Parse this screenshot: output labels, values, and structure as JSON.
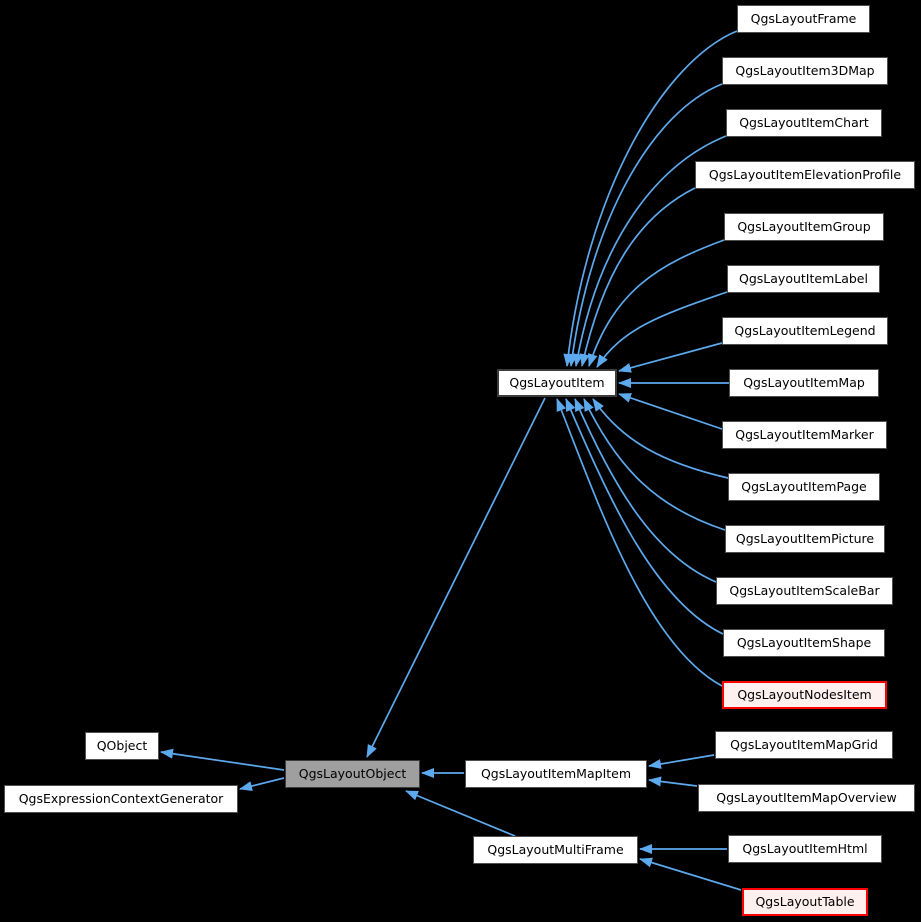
{
  "background_color": "#000000",
  "colors": {
    "edge": "#5da9ee",
    "node_fill": "#ffffff",
    "node_border": "#4f4f4f",
    "node_text": "#000000",
    "current_node_fill": "#9f9f9f",
    "truncated_node_border": "#ff0000",
    "truncated_node_fill": "#fff0f0"
  },
  "diagram": {
    "type": "inheritance-graph",
    "nodes": [
      {
        "id": "QgsLayoutFrame",
        "label": "QgsLayoutFrame",
        "style": "normal"
      },
      {
        "id": "QgsLayoutItem3DMap",
        "label": "QgsLayoutItem3DMap",
        "style": "normal"
      },
      {
        "id": "QgsLayoutItemChart",
        "label": "QgsLayoutItemChart",
        "style": "normal"
      },
      {
        "id": "QgsLayoutItemElevationProfile",
        "label": "QgsLayoutItemElevationProfile",
        "style": "normal"
      },
      {
        "id": "QgsLayoutItemGroup",
        "label": "QgsLayoutItemGroup",
        "style": "normal"
      },
      {
        "id": "QgsLayoutItemLabel",
        "label": "QgsLayoutItemLabel",
        "style": "normal"
      },
      {
        "id": "QgsLayoutItemLegend",
        "label": "QgsLayoutItemLegend",
        "style": "normal"
      },
      {
        "id": "QgsLayoutItemMap",
        "label": "QgsLayoutItemMap",
        "style": "normal"
      },
      {
        "id": "QgsLayoutItemMarker",
        "label": "QgsLayoutItemMarker",
        "style": "normal"
      },
      {
        "id": "QgsLayoutItemPage",
        "label": "QgsLayoutItemPage",
        "style": "normal"
      },
      {
        "id": "QgsLayoutItemPicture",
        "label": "QgsLayoutItemPicture",
        "style": "normal"
      },
      {
        "id": "QgsLayoutItemScaleBar",
        "label": "QgsLayoutItemScaleBar",
        "style": "normal"
      },
      {
        "id": "QgsLayoutItemShape",
        "label": "QgsLayoutItemShape",
        "style": "normal"
      },
      {
        "id": "QgsLayoutNodesItem",
        "label": "QgsLayoutNodesItem",
        "style": "truncated"
      },
      {
        "id": "QgsLayoutItem",
        "label": "QgsLayoutItem",
        "style": "root"
      },
      {
        "id": "QObject",
        "label": "QObject",
        "style": "normal"
      },
      {
        "id": "QgsLayoutObject",
        "label": "QgsLayoutObject",
        "style": "current"
      },
      {
        "id": "QgsExpressionContextGenerator",
        "label": "QgsExpressionContextGenerator",
        "style": "normal"
      },
      {
        "id": "QgsLayoutItemMapItem",
        "label": "QgsLayoutItemMapItem",
        "style": "normal"
      },
      {
        "id": "QgsLayoutItemMapGrid",
        "label": "QgsLayoutItemMapGrid",
        "style": "normal"
      },
      {
        "id": "QgsLayoutItemMapOverview",
        "label": "QgsLayoutItemMapOverview",
        "style": "normal"
      },
      {
        "id": "QgsLayoutMultiFrame",
        "label": "QgsLayoutMultiFrame",
        "style": "normal"
      },
      {
        "id": "QgsLayoutItemHtml",
        "label": "QgsLayoutItemHtml",
        "style": "normal"
      },
      {
        "id": "QgsLayoutTable",
        "label": "QgsLayoutTable",
        "style": "truncated"
      }
    ],
    "edges": [
      {
        "from": "QgsLayoutFrame",
        "to": "QgsLayoutItem"
      },
      {
        "from": "QgsLayoutItem3DMap",
        "to": "QgsLayoutItem"
      },
      {
        "from": "QgsLayoutItemChart",
        "to": "QgsLayoutItem"
      },
      {
        "from": "QgsLayoutItemElevationProfile",
        "to": "QgsLayoutItem"
      },
      {
        "from": "QgsLayoutItemGroup",
        "to": "QgsLayoutItem"
      },
      {
        "from": "QgsLayoutItemLabel",
        "to": "QgsLayoutItem"
      },
      {
        "from": "QgsLayoutItemLegend",
        "to": "QgsLayoutItem"
      },
      {
        "from": "QgsLayoutItemMap",
        "to": "QgsLayoutItem"
      },
      {
        "from": "QgsLayoutItemMarker",
        "to": "QgsLayoutItem"
      },
      {
        "from": "QgsLayoutItemPage",
        "to": "QgsLayoutItem"
      },
      {
        "from": "QgsLayoutItemPicture",
        "to": "QgsLayoutItem"
      },
      {
        "from": "QgsLayoutItemScaleBar",
        "to": "QgsLayoutItem"
      },
      {
        "from": "QgsLayoutItemShape",
        "to": "QgsLayoutItem"
      },
      {
        "from": "QgsLayoutNodesItem",
        "to": "QgsLayoutItem"
      },
      {
        "from": "QgsLayoutItem",
        "to": "QgsLayoutObject"
      },
      {
        "from": "QgsLayoutObject",
        "to": "QObject"
      },
      {
        "from": "QgsLayoutObject",
        "to": "QgsExpressionContextGenerator"
      },
      {
        "from": "QgsLayoutItemMapItem",
        "to": "QgsLayoutObject"
      },
      {
        "from": "QgsLayoutMultiFrame",
        "to": "QgsLayoutObject"
      },
      {
        "from": "QgsLayoutItemMapGrid",
        "to": "QgsLayoutItemMapItem"
      },
      {
        "from": "QgsLayoutItemMapOverview",
        "to": "QgsLayoutItemMapItem"
      },
      {
        "from": "QgsLayoutItemHtml",
        "to": "QgsLayoutMultiFrame"
      },
      {
        "from": "QgsLayoutTable",
        "to": "QgsLayoutMultiFrame"
      }
    ]
  }
}
